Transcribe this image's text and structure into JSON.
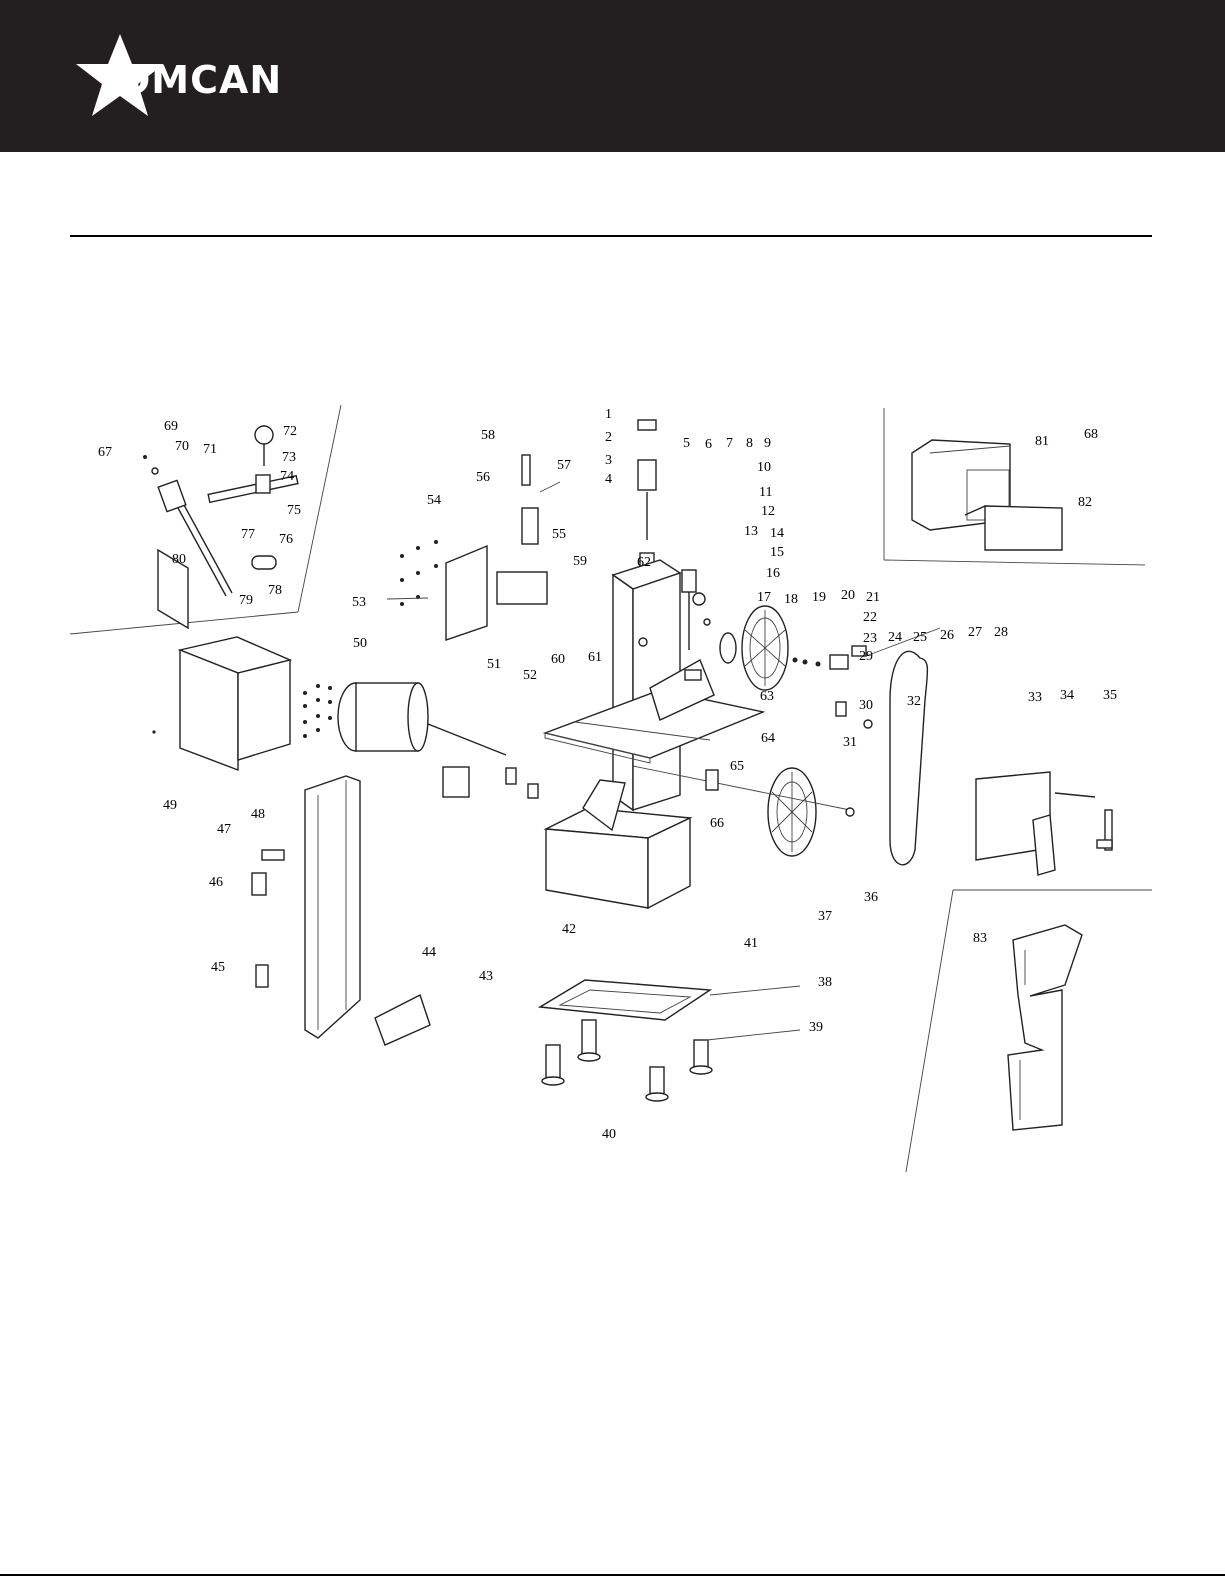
{
  "brand": {
    "name": "OMCAN",
    "logo_icon": "star-logo-icon"
  },
  "colors": {
    "header_bg": "#231f20",
    "header_text": "#ffffff",
    "rule": "#000000"
  },
  "diagram": {
    "callouts": [
      "1",
      "2",
      "3",
      "4",
      "5",
      "6",
      "7",
      "8",
      "9",
      "10",
      "11",
      "12",
      "13",
      "14",
      "15",
      "16",
      "17",
      "18",
      "19",
      "20",
      "21",
      "22",
      "23",
      "24",
      "25",
      "26",
      "27",
      "28",
      "29",
      "30",
      "31",
      "32",
      "33",
      "34",
      "35",
      "36",
      "37",
      "38",
      "39",
      "40",
      "41",
      "42",
      "43",
      "44",
      "45",
      "46",
      "47",
      "48",
      "49",
      "50",
      "51",
      "52",
      "53",
      "54",
      "55",
      "56",
      "57",
      "58",
      "59",
      "60",
      "61",
      "62",
      "63",
      "64",
      "65",
      "66",
      "67",
      "68",
      "69",
      "70",
      "71",
      "72",
      "73",
      "74",
      "75",
      "76",
      "77",
      "78",
      "79",
      "80",
      "81",
      "82",
      "83"
    ]
  }
}
